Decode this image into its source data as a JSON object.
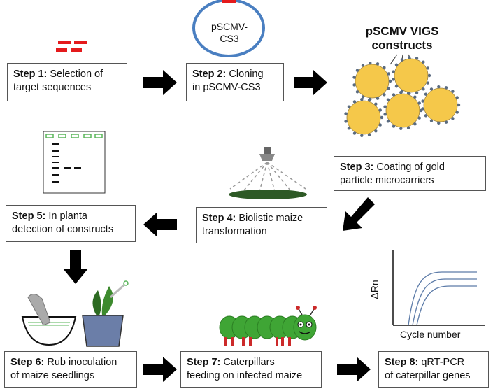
{
  "steps": [
    {
      "id": "step1",
      "num": "Step 1:",
      "text1": " Selection of",
      "text2": "target sequences"
    },
    {
      "id": "step2",
      "num": "Step 2:",
      "text1": " Cloning",
      "text2": "in pSCMV-CS3"
    },
    {
      "id": "step3",
      "num": "Step 3:",
      "text1": " Coating of gold",
      "text2": "particle microcarriers"
    },
    {
      "id": "step4",
      "num": "Step 4:",
      "text1": " Biolistic maize",
      "text2": "transformation"
    },
    {
      "id": "step5",
      "num": "Step 5:",
      "text1": " In planta",
      "text2": "detection of constructs"
    },
    {
      "id": "step6",
      "num": "Step 6:",
      "text1": " Rub inoculation",
      "text2": "of maize seedlings"
    },
    {
      "id": "step7",
      "num": "Step 7:",
      "text1": " Caterpillars",
      "text2": "feeding on infected maize"
    },
    {
      "id": "step8",
      "num": "Step 8:",
      "text1": " qRT-PCR",
      "text2": "of caterpillar genes"
    }
  ],
  "plasmid": {
    "line1": "pSCMV-",
    "line2": "CS3"
  },
  "constructs_title": {
    "line1": "pSCMV VIGS",
    "line2": "constructs"
  },
  "qpcr": {
    "ylabel": "ΔRn",
    "xlabel": "Cycle number"
  },
  "colors": {
    "red_fragment": "#e41a1c",
    "plasmid_ring": "#4a7fc1",
    "gold": "#f5c84a",
    "gel_green": "#5ab55a",
    "caterpillar": "#3fa535",
    "arrow": "#000000"
  }
}
